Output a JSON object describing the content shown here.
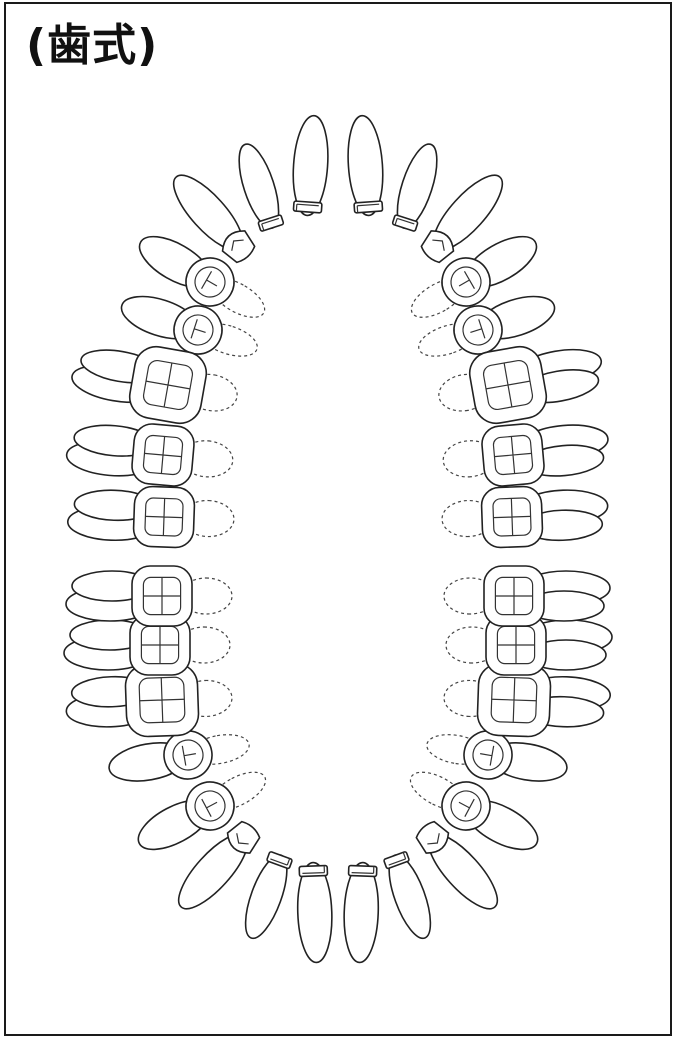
{
  "title": "(歯式)",
  "teeth": {
    "upper_right": [
      "central-incisor",
      "lateral-incisor",
      "canine",
      "first-premolar",
      "second-premolar",
      "first-molar",
      "second-molar",
      "third-molar"
    ],
    "upper_left": [
      "central-incisor",
      "lateral-incisor",
      "canine",
      "first-premolar",
      "second-premolar",
      "first-molar",
      "second-molar",
      "third-molar"
    ],
    "lower_left": [
      "central-incisor",
      "lateral-incisor",
      "canine",
      "first-premolar",
      "second-premolar",
      "first-molar",
      "second-molar",
      "third-molar"
    ],
    "lower_right": [
      "central-incisor",
      "lateral-incisor",
      "canine",
      "first-premolar",
      "second-premolar",
      "first-molar",
      "second-molar",
      "third-molar"
    ]
  }
}
